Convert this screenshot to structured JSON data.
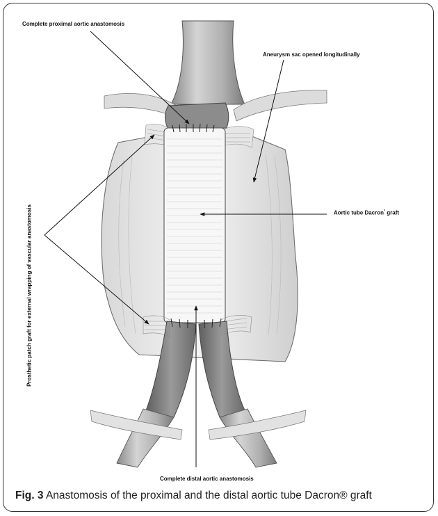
{
  "labels": {
    "proximal": "Complete proximal aortic anastomosis",
    "sac": "Aneurysm sac opened longitudinally",
    "tube_prefix": "Aortic tube Dacron",
    "tube_sup": "°",
    "tube_suffix": " graft",
    "patch": "Prosthetic patch graft for external wrapping of vascular anastomosis",
    "distal": "Complete distal aortic anastomosis"
  },
  "caption": {
    "fig": "Fig. 3",
    "text": "Anastomosis of the proximal and the distal aortic tube Dacron® graft"
  }
}
